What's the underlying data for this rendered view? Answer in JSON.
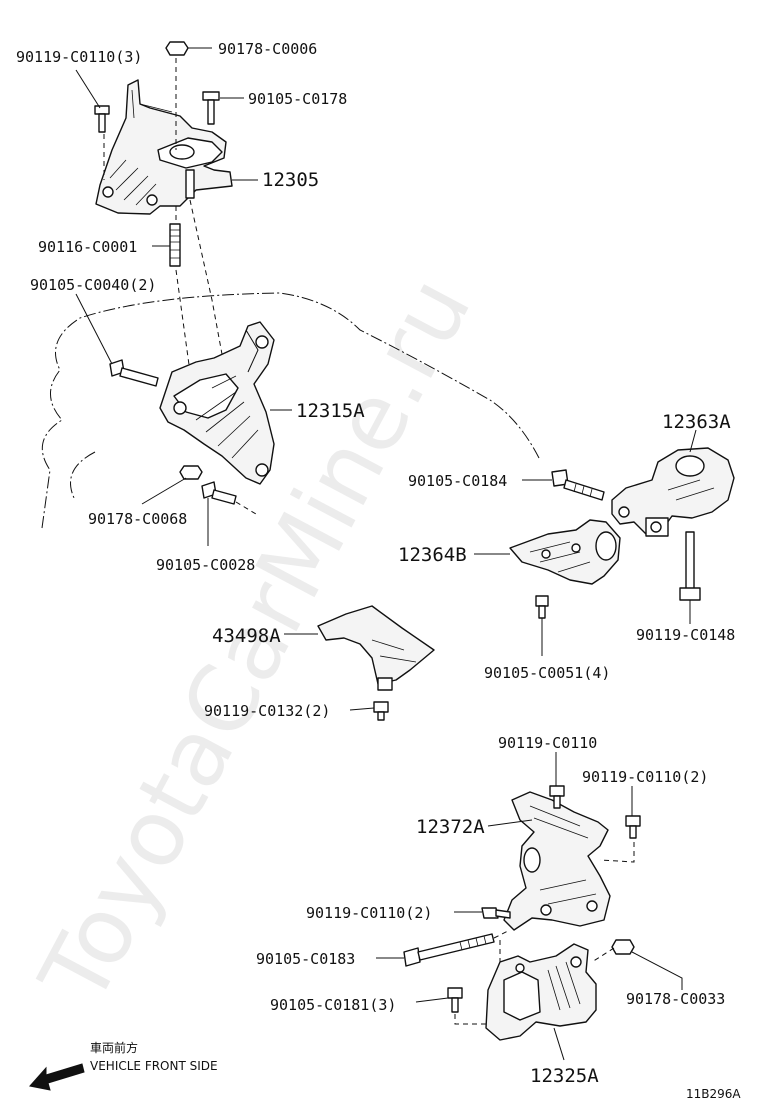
{
  "labels": {
    "l1": "90119-C0110(3)",
    "l2": "90178-C0006",
    "l3": "90105-C0178",
    "l4": "12305",
    "l5": "90116-C0001",
    "l6": "90105-C0040(2)",
    "l7": "12315A",
    "l8": "90178-C0068",
    "l9": "90105-C0028",
    "l10": "90105-C0184",
    "l11": "12363A",
    "l12": "12364B",
    "l13": "90119-C0148",
    "l14": "43498A",
    "l15": "90105-C0051(4)",
    "l16": "90119-C0132(2)",
    "l17": "90119-C0110",
    "l18": "90119-C0110(2)",
    "l19": "12372A",
    "l20": "90119-C0110(2)",
    "l21": "90105-C0183",
    "l22": "90178-C0033",
    "l23": "90105-C0181(3)",
    "l24": "12325A"
  },
  "legend": {
    "japanese": "車両前方",
    "english": "VEHICLE FRONT SIDE"
  },
  "figure_code": "11B296A",
  "watermark": "ToyotaCarMine.ru"
}
